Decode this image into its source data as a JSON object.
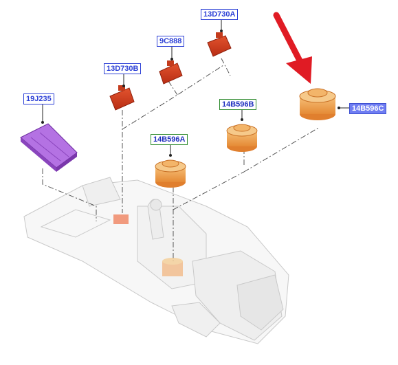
{
  "callouts": {
    "p19j235": "19J235",
    "p13d730b": "13D730B",
    "p9c888": "9C888",
    "p13d730a": "13D730A",
    "p14b596a": "14B596A",
    "p14b596b": "14B596B",
    "p14b596c": "14B596C"
  },
  "colors": {
    "red_part": "#d63a1c",
    "orange_part": "#f0a050",
    "purple_part": "#a35ad6",
    "arrow": "#e01b24",
    "callout_blue": "#2b3fd6",
    "callout_green": "#2e8b2e",
    "selected_fill": "#6f7df2"
  },
  "selected_part": "14B596C"
}
